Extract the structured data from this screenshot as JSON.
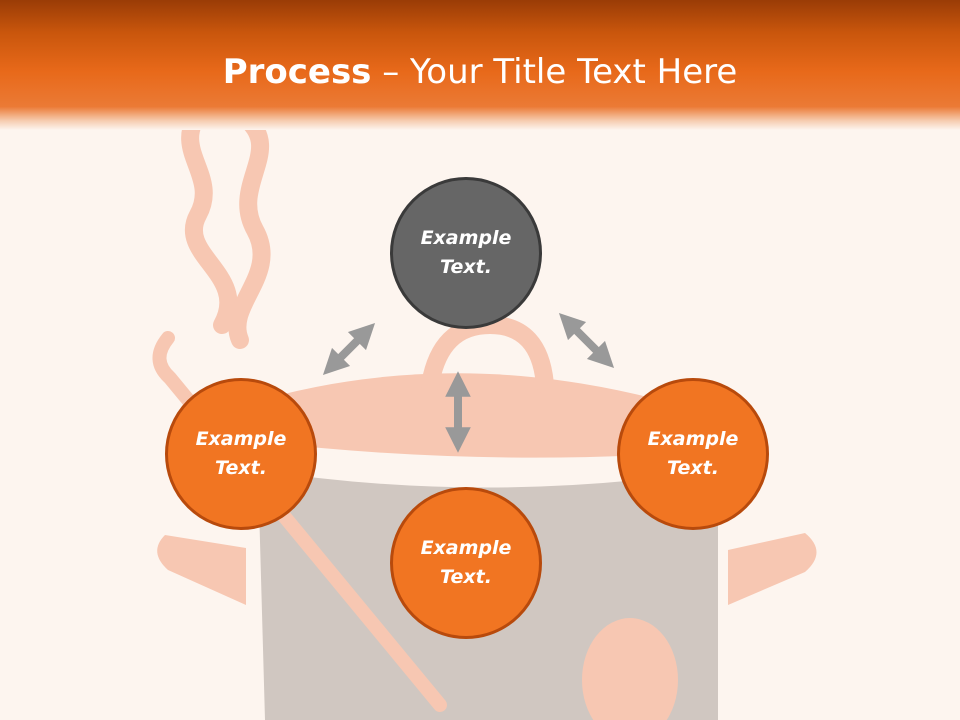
{
  "title": {
    "bold": "Process",
    "rest": " – Your Title Text Here"
  },
  "nodes": {
    "top": {
      "line1": "Example",
      "line2": "Text."
    },
    "left": {
      "line1": "Example",
      "line2": "Text."
    },
    "right": {
      "line1": "Example",
      "line2": "Text."
    },
    "bottom": {
      "line1": "Example",
      "line2": "Text."
    }
  },
  "colors": {
    "header": "#e8691a",
    "node_orange": "#f17522",
    "node_dark": "#666666",
    "arrow": "#999999",
    "background": "#fdf5ef"
  }
}
